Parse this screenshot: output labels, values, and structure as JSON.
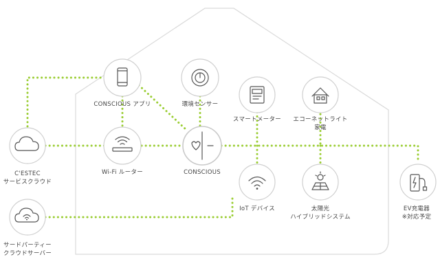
{
  "nodes": {
    "cestec_cloud": {
      "line1": "C'ESTEC",
      "line2": "サービスクラウド",
      "icon": "cloud-icon"
    },
    "third_party_cloud": {
      "line1": "サードパーティー",
      "line2": "クラウドサーバー",
      "icon": "cloud-wifi-icon"
    },
    "conscious_app": {
      "line1": "CONSCIOUS アプリ",
      "icon": "smartphone-icon"
    },
    "wifi_router": {
      "line1": "Wi-Fi ルーター",
      "icon": "router-icon"
    },
    "env_sensor": {
      "line1": "環境センサー",
      "icon": "sensor-icon"
    },
    "conscious_hub": {
      "line1": "CONSCIOUS",
      "icon": "hub-device-icon"
    },
    "smart_meter": {
      "line1": "スマートメーター",
      "icon": "meter-icon"
    },
    "echonet_appliance": {
      "line1": "エコーネットライト",
      "line2": "家電",
      "icon": "house-appliance-icon"
    },
    "iot_device": {
      "line1": "IoT デバイス",
      "icon": "wifi-icon"
    },
    "solar_hybrid": {
      "line1": "太陽光",
      "line2": "ハイブリッドシステム",
      "icon": "solar-panel-icon"
    },
    "ev_charger": {
      "line1": "EV充電器",
      "line2": "※対応予定",
      "icon": "ev-charger-icon"
    }
  },
  "colors": {
    "connection": "#9acd32",
    "outline": "#d9d9d9",
    "icon": "#555555"
  }
}
